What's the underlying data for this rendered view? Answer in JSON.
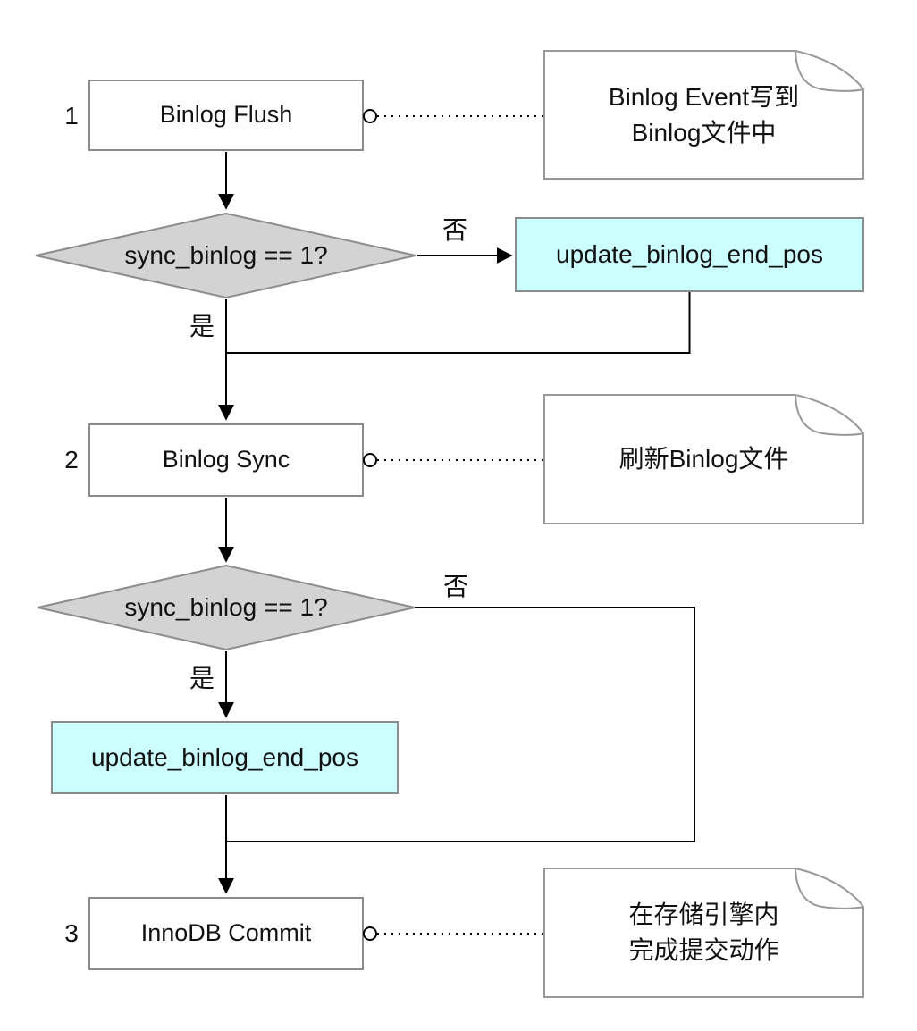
{
  "diagram": {
    "title": "binlog-commit-flowchart",
    "colors": {
      "diamond_fill": "#d3d3d3",
      "action_fill": "#ccffff",
      "box_border": "#8c8c8c",
      "note_border": "#999999",
      "line": "#000000"
    }
  },
  "steps": [
    {
      "number": "1",
      "label": "Binlog Flush"
    },
    {
      "number": "2",
      "label": "Binlog Sync"
    },
    {
      "number": "3",
      "label": "InnoDB Commit"
    }
  ],
  "decisions": [
    {
      "label": "sync_binlog == 1?",
      "yes_label": "是",
      "no_label": "否"
    },
    {
      "label": "sync_binlog == 1?",
      "yes_label": "是",
      "no_label": "否"
    }
  ],
  "actions": [
    {
      "label": "update_binlog_end_pos"
    },
    {
      "label": "update_binlog_end_pos"
    }
  ],
  "notes": [
    {
      "lines": [
        "Binlog Event写到",
        "Binlog文件中"
      ]
    },
    {
      "lines": [
        "刷新Binlog文件"
      ]
    },
    {
      "lines": [
        "在存储引擎内",
        "完成提交动作"
      ]
    }
  ]
}
